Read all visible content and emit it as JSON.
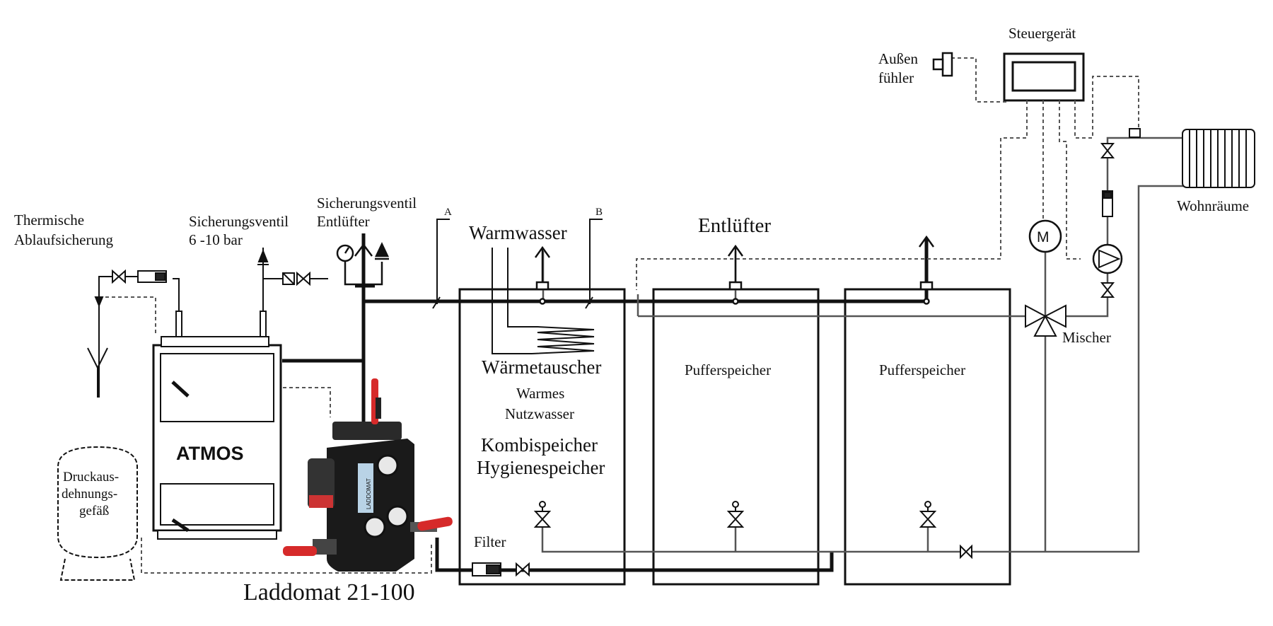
{
  "labels": {
    "thermische_1": "Thermische",
    "thermische_2": "Ablaufsicherung",
    "sv_a_1": "Sicherungsventil",
    "sv_a_2": "6 -10 bar",
    "sv_b_1": "Sicherungsventil",
    "sv_b_2": "Entlüfter",
    "pipe_a": "A",
    "pipe_b": "B",
    "warmwasser": "Warmwasser",
    "entluefter": "Entlüfter",
    "waermetauscher": "Wärmetauscher",
    "warmes_1": "Warmes",
    "warmes_2": "Nutzwasser",
    "kombi": "Kombispeicher",
    "hygiene": "Hygienespeicher",
    "puffer_1": "Pufferspeicher",
    "puffer_2": "Pufferspeicher",
    "steuergeraet": "Steuergerät",
    "aussen_1": "Außen",
    "aussen_2": "fühler",
    "motor": "M",
    "mischer": "Mischer",
    "wohnraeume": "Wohnräume",
    "boiler_brand": "ATMOS",
    "druck_1": "Druckaus-",
    "druck_2": "dehnungs-",
    "druck_3": "gefäß",
    "filter": "Filter",
    "laddomat": "Laddomat 21-100",
    "laddomat_badge": "LADDOMAT"
  },
  "colors": {
    "line": "#111111",
    "thin_line": "#555555",
    "dashed": "#555555",
    "handle_red": "#d62a2a",
    "unit_body": "#1a1a1a",
    "badge_blue": "#b9d3e6"
  },
  "icons": [
    "valve-icon",
    "safety-valve-icon",
    "vent-icon",
    "pressure-gauge-icon",
    "pump-icon",
    "motor-icon",
    "mixer-valve-icon",
    "filter-icon",
    "drain-funnel-icon",
    "radiator-icon",
    "sensor-icon",
    "controller-display-icon"
  ]
}
